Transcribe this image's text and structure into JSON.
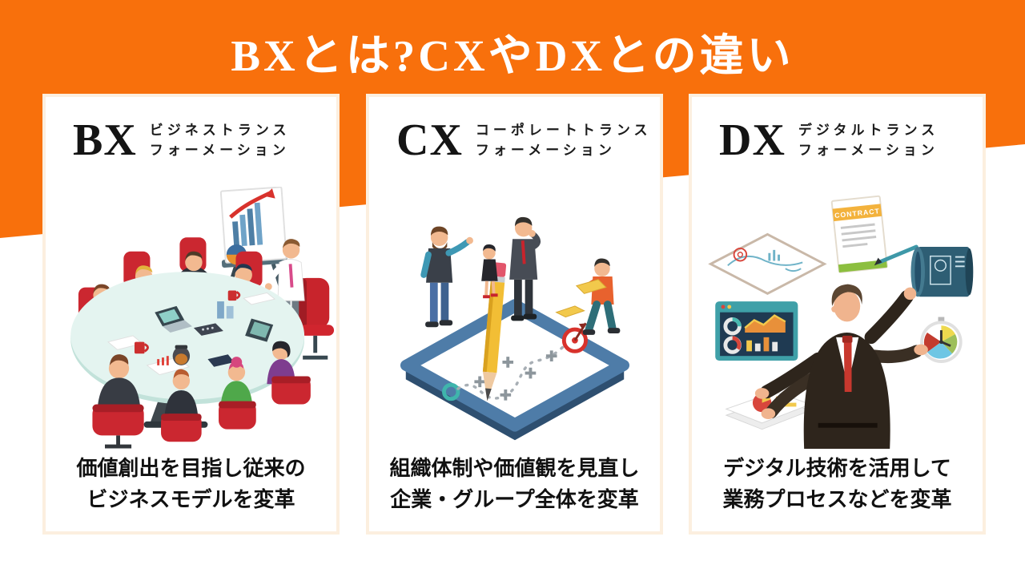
{
  "page": {
    "title": "BXとは?CXやDXとの違い"
  },
  "colors": {
    "accent_orange": "#F8700C",
    "card_border_cream": "#FCEFDF",
    "text_black": "#141414",
    "white": "#FFFFFF"
  },
  "cards": [
    {
      "id": "bx",
      "acronym": "BX",
      "label_lines": [
        "ビジネストランス",
        "フォーメーション"
      ],
      "caption_lines": [
        "価値創出を目指し従来の",
        "ビジネスモデルを変革"
      ],
      "illustration": "team-meeting-around-oval-table"
    },
    {
      "id": "cx",
      "acronym": "CX",
      "label_lines": [
        "コーポレートトランス",
        "フォーメーション"
      ],
      "caption_lines": [
        "組織体制や価値観を見直し",
        "企業・グループ全体を変革"
      ],
      "illustration": "people-planning-route-on-giant-tablet-with-pencil"
    },
    {
      "id": "dx",
      "acronym": "DX",
      "label_lines": [
        "デジタルトランス",
        "フォーメーション"
      ],
      "caption_lines": [
        "デジタル技術を活用して",
        "業務プロセスなどを変革"
      ],
      "illustration": "businessman-multitasking-digital-tools",
      "contract_label": "CONTRACT"
    }
  ]
}
